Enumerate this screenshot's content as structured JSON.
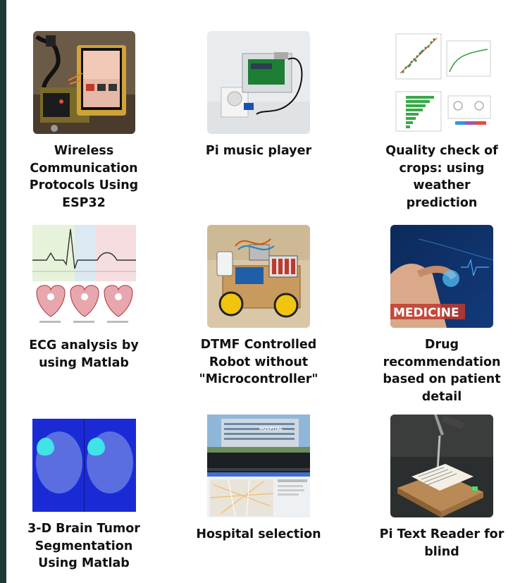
{
  "projects": [
    {
      "title_lines": [
        "Wireless",
        "Communication",
        "Protocols Using",
        "ESP32"
      ],
      "image": "esp32-touchscreen-board"
    },
    {
      "title_lines": [
        "Pi music player"
      ],
      "image": "raspberry-pi-music-player"
    },
    {
      "title_lines": [
        "Quality check of",
        "crops: using",
        "weather",
        "prediction"
      ],
      "image": "weather-prediction-plots"
    },
    {
      "title_lines": [
        "ECG analysis by",
        "using Matlab"
      ],
      "image": "ecg-heart-diagram"
    },
    {
      "title_lines": [
        "DTMF Controlled",
        "Robot without",
        "\"Microcontroller\""
      ],
      "image": "robot-car"
    },
    {
      "title_lines": [
        "Drug",
        "recommendation",
        "based on patient",
        "detail"
      ],
      "image": "medicine-hologram"
    },
    {
      "title_lines": [
        "3-D Brain Tumor",
        "Segmentation",
        "Using Matlab"
      ],
      "image": "brain-mri-segmentation"
    },
    {
      "title_lines": [
        "Hospital selection"
      ],
      "image": "hospital-map-app"
    },
    {
      "title_lines": [
        "Pi Text Reader for",
        "blind"
      ],
      "image": "pi-text-reader-device"
    }
  ],
  "image_text": {
    "medicine": "MEDICINE",
    "hospital": "HOSPITAL"
  },
  "colors": {
    "left_bar": "#1f3a34",
    "title": "#111111"
  }
}
